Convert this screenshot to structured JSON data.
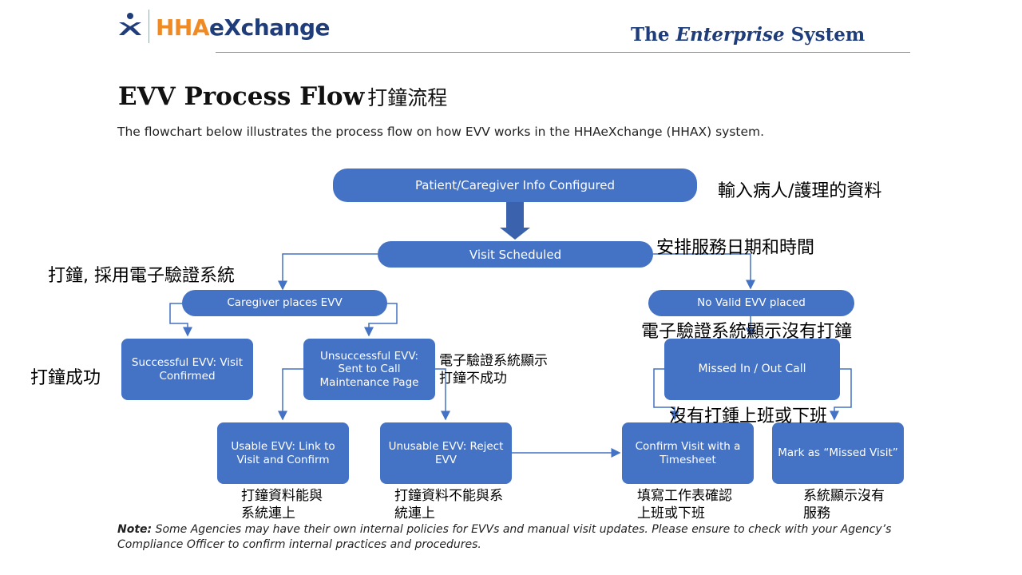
{
  "header": {
    "logo_text_a": "HHA",
    "logo_text_b": "eXchange",
    "system_title_a": "The ",
    "system_title_b": "Enterprise",
    "system_title_c": " System",
    "brand_orange": "#f08a24",
    "brand_navy": "#1f3d7a"
  },
  "title": {
    "main": "EVV Process Flow",
    "chinese": "打鐘流程"
  },
  "intro": "The flowchart below illustrates the process flow on how EVV works in the HHAeXchange (HHAX) system.",
  "flow": {
    "box_color": "#4472c4",
    "info_configured": "Patient/Caregiver Info Configured",
    "visit_scheduled": "Visit Scheduled",
    "caregiver_places": "Caregiver places EVV",
    "no_valid": "No Valid EVV placed",
    "successful": "Successful EVV: Visit Confirmed",
    "unsuccessful": "Unsuccessful EVV: Sent to Call Maintenance Page",
    "missed_call": "Missed In / Out Call",
    "usable": "Usable EVV: Link to Visit and Confirm",
    "unusable": "Unusable EVV: Reject EVV",
    "confirm_timesheet": "Confirm Visit with a Timesheet",
    "mark_missed": "Mark as “Missed Visit”"
  },
  "annotations": {
    "info": "輸入病人/護理的資料",
    "scheduled": "安排服務日期和時間",
    "caregiver": "打鐘, 採用電子驗證系統",
    "no_valid": "電子驗證系統顯示沒有打鐘",
    "success": "打鐘成功",
    "unsuccessful": "電子驗證系統顯示打鐘不成功",
    "missed": "沒有打鍾上班或下班",
    "usable": "打鐘資料能與系統連上",
    "unusable": "打鐘資料不能與系統連上",
    "timesheet": "填寫工作表確認上班或下班",
    "missed_visit": "系統顯示沒有服務"
  },
  "note": {
    "label": "Note:",
    "text": " Some Agencies may have their own internal policies for EVVs and manual visit updates. Please ensure to check with your Agency’s Compliance Officer to confirm internal practices and procedures."
  }
}
